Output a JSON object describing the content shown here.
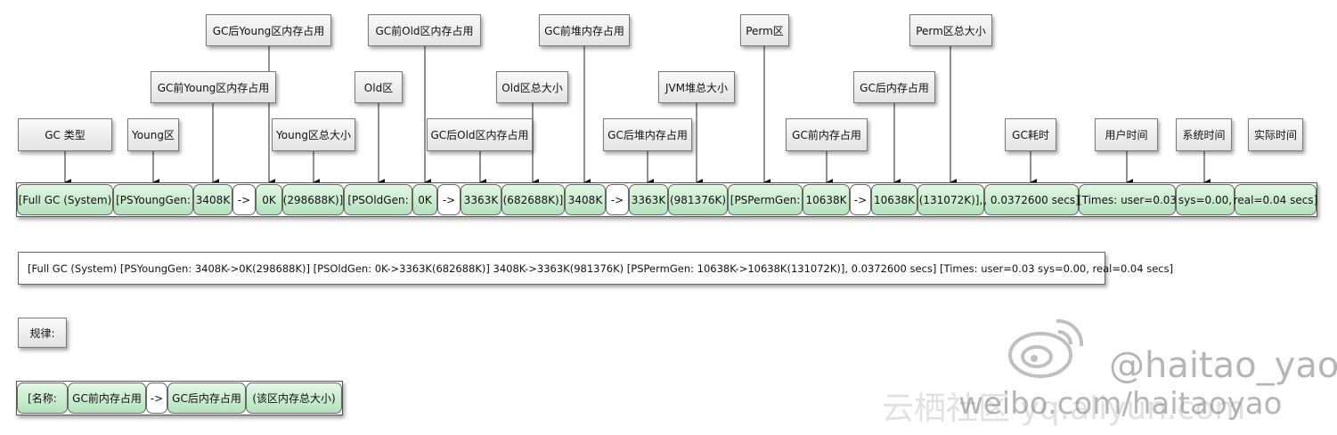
{
  "labels": {
    "gc_type": "GC 类型",
    "young_area": "Young区",
    "gc_before_young": "GC前Young区内存占用",
    "gc_after_young": "GC后Young区内存占用",
    "young_total": "Young区总大小",
    "old_area": "Old区",
    "gc_before_old": "GC前Old区内存占用",
    "gc_after_old": "GC后Old区内存占用",
    "old_total": "Old区总大小",
    "gc_before_heap": "GC前堆内存占用",
    "gc_after_heap": "GC后堆内存占用",
    "jvm_heap_total": "JVM堆总大小",
    "perm_area": "Perm区",
    "gc_before_mem": "GC前内存占用",
    "gc_after_mem": "GC后内存占用",
    "perm_total": "Perm区总大小",
    "gc_time": "GC耗时",
    "user_time": "用户时间",
    "sys_time": "系统时间",
    "real_time": "实际时间"
  },
  "segments": [
    "[Full GC (System)",
    "[PSYoungGen:",
    "3408K",
    "->",
    "0K",
    "(298688K)]",
    "[PSOldGen:",
    "0K",
    "->",
    "3363K",
    "(682688K)]",
    "3408K",
    "->",
    "3363K",
    "(981376K)",
    "[PSPermGen:",
    "10638K",
    "->",
    "10638K",
    "(131072K)],",
    ", 0.0372600 secs]",
    "[Times: user=0.03",
    "sys=0.00,",
    "real=0.04 secs]"
  ],
  "full_log": "[Full GC (System) [PSYoungGen: 3408K->0K(298688K)] [PSOldGen: 0K->3363K(682688K)] 3408K->3363K(981376K) [PSPermGen: 10638K->10638K(131072K)], 0.0372600 secs] [Times: user=0.03 sys=0.00, real=0.04 secs]",
  "rule_label": "规律:",
  "rule_segments": [
    "[名称:",
    "GC前内存占用",
    "->",
    "GC后内存占用",
    "(该区内存总大小)"
  ],
  "watermark": {
    "handle": "@haitao_yao",
    "url": "weibo.com/haitaoyao",
    "site": "云栖社区 yq.aliyun.com"
  }
}
